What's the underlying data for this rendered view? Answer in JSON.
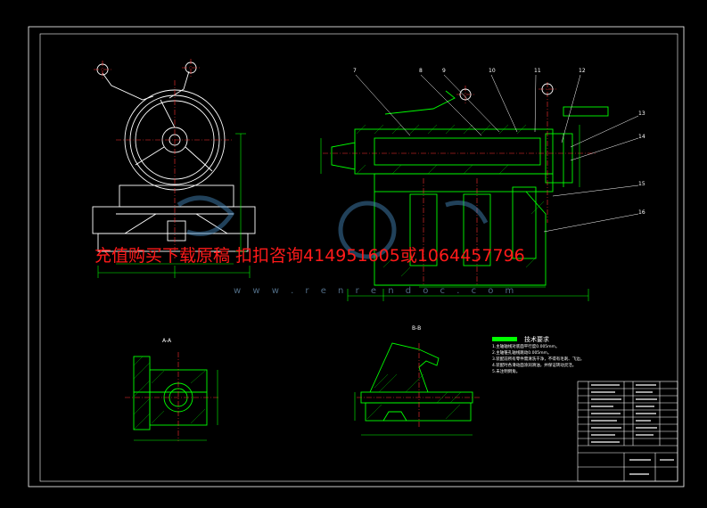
{
  "watermark": {
    "text": "充值购买下载原稿 扣扣咨询414951605或1064457796",
    "url": "w w w . r e n r e n d o c . c o m"
  },
  "views": {
    "section_a": "A-A",
    "section_b": "B-B"
  },
  "tech": {
    "title": "技术要求",
    "lines": [
      "1.主轴轴线对底面平行度0.005mm。",
      "2.主轴锥孔轴线跳动0.005mm。",
      "3.装配前所有零件需清洗干净，不得有毛刺、飞边。",
      "4.装配时各滑动面涂润滑油，并保证转动灵活。",
      "5.未注明倒角。"
    ]
  },
  "callouts": [
    "7",
    "8",
    "9",
    "10",
    "11",
    "12",
    "13",
    "14",
    "15",
    "16"
  ],
  "colors": {
    "line": "#00ff00",
    "center": "#ff3030",
    "frame": "#ffffff",
    "hatch": "#00cc00",
    "watermark": "#ff1a1a"
  }
}
